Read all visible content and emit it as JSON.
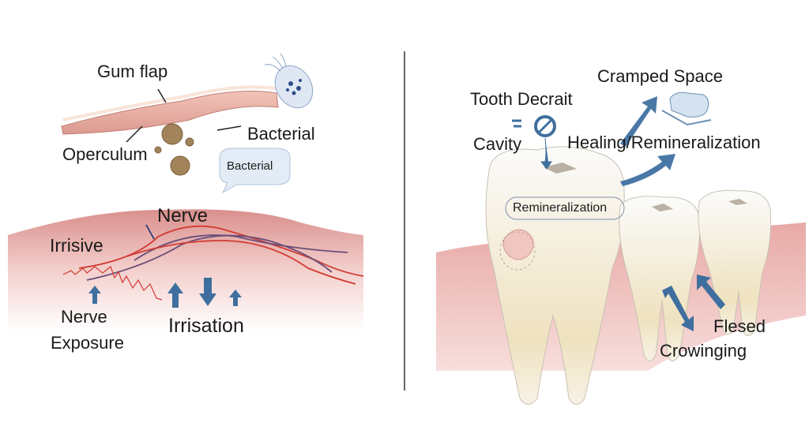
{
  "left_panel": {
    "labels": {
      "gum_flap": "Gum flap",
      "bacterial_1": "Bacterial",
      "operculum": "Operculum",
      "bacterial_bubble": "Bacterial",
      "nerve": "Nerve",
      "irrisive": "Irrisive",
      "nerve_exposure_1": "Nerve",
      "nerve_exposure_2": "Exposure",
      "irrisation": "Irrisation"
    }
  },
  "right_panel": {
    "labels": {
      "tooth_decrait": "Tooth Decrait",
      "cavity": "Cavity",
      "cramped_space": "Cramped Space",
      "healing": "Healing/Remineralization",
      "remineralization": "Remineralization",
      "flesed": "Flesed",
      "crowinging": "Crowinging"
    }
  },
  "colors": {
    "arrow": "#3f6f9e",
    "gum": "#e3a6a3",
    "nerve_red": "#d23a32",
    "nerve_purple": "#6a4e78",
    "divider": "#555555"
  }
}
